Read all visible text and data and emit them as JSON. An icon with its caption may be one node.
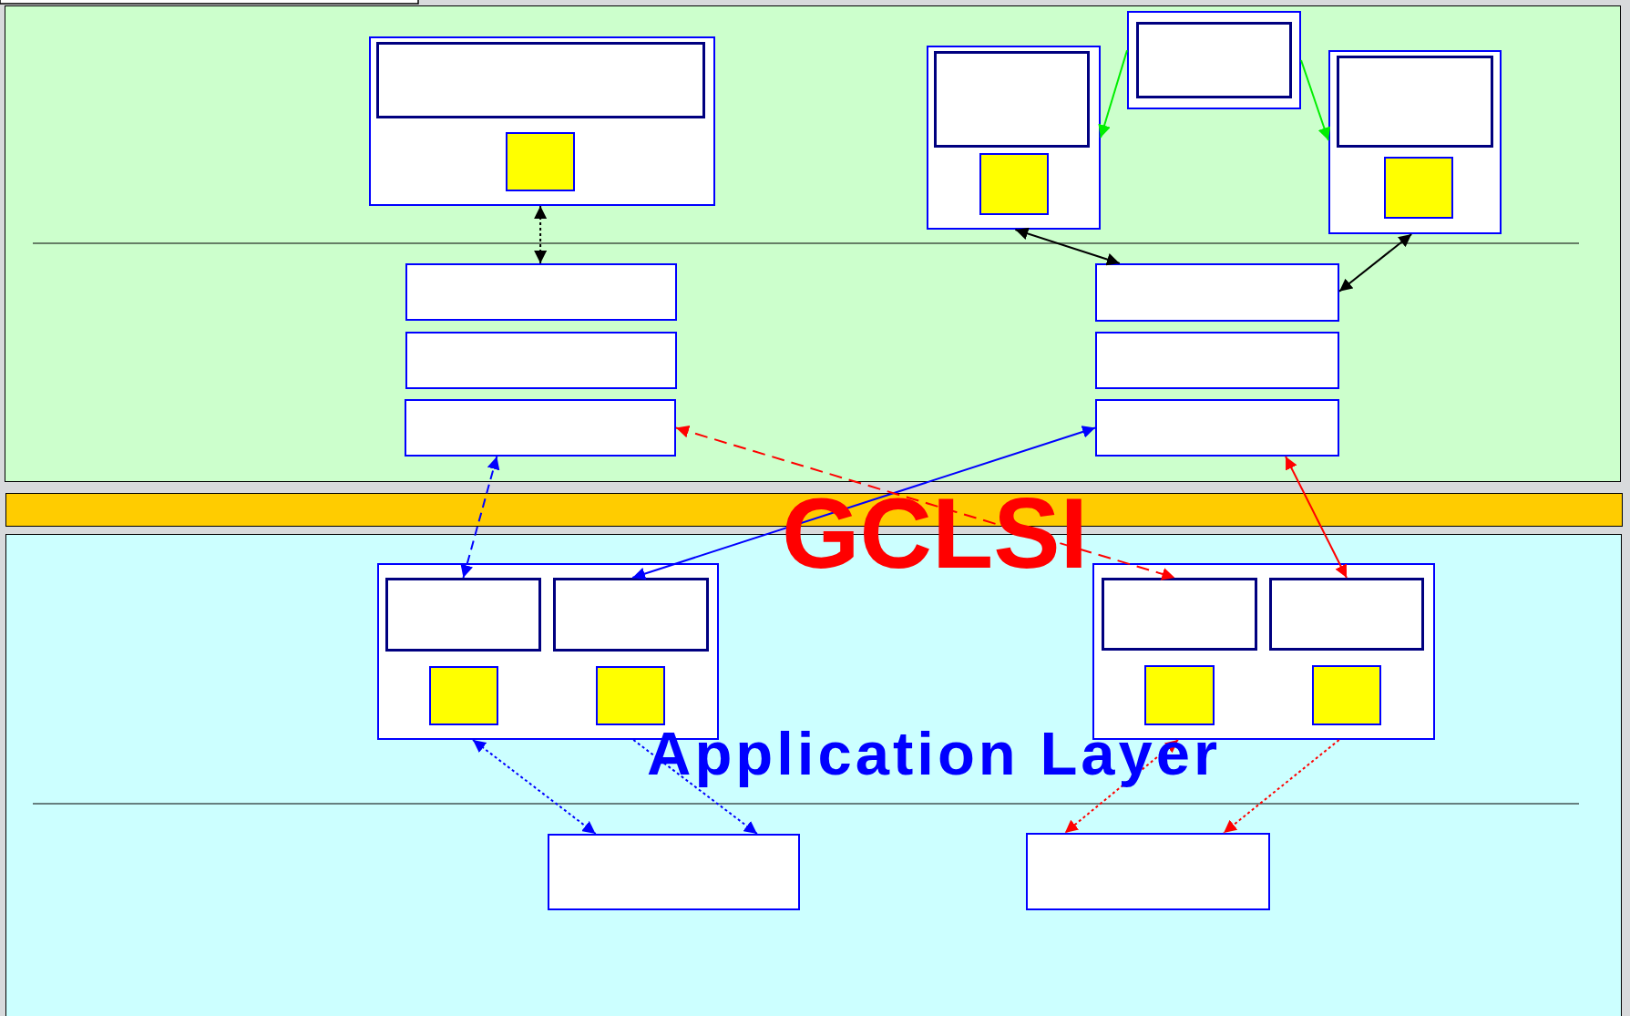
{
  "diagram": {
    "nodes": [
      {
        "text": [],
        "shape": "box"
      },
      {
        "text": [],
        "shape": "box",
        "in": 0
      },
      {
        "text": [],
        "shape": "box",
        "in": 1
      },
      {
        "text": [],
        "shape": "box",
        "in": 1
      },
      {
        "text": [],
        "shape": "box",
        "in": 0
      },
      {
        "text": [],
        "shape": "box",
        "in": 4
      },
      {
        "text": [],
        "shape": "box",
        "in": 4
      },
      {
        "text": [],
        "shape": "box",
        "in": 0
      },
      {
        "text": [],
        "shape": "box",
        "in": 7
      },
      {
        "text": [],
        "shape": "box",
        "in": 0
      },
      {
        "text": [],
        "shape": "box",
        "in": 9
      },
      {
        "text": [],
        "shape": "box",
        "in": 9
      },
      {
        "text": [],
        "shape": "box",
        "in": 0
      },
      {
        "text": [],
        "shape": "box",
        "in": 0
      },
      {
        "text": [],
        "shape": "box",
        "in": 0
      },
      {
        "text": [],
        "shape": "box",
        "in": 0
      },
      {
        "text": [],
        "shape": "box",
        "in": 0
      },
      {
        "text": [],
        "shape": "box",
        "in": 0
      },
      {
        "text": [],
        "shape": "box"
      },
      {
        "text": [],
        "shape": "box",
        "in": 18
      },
      {
        "text": [],
        "shape": "box",
        "in": 19
      },
      {
        "text": [],
        "shape": "box",
        "in": 19
      },
      {
        "text": [],
        "shape": "box",
        "in": 19
      },
      {
        "text": [],
        "shape": "box",
        "in": 19
      },
      {
        "text": [],
        "shape": "box",
        "in": 18
      },
      {
        "text": [],
        "shape": "box",
        "in": 24
      },
      {
        "text": [],
        "shape": "box",
        "in": 24
      },
      {
        "text": [],
        "shape": "box",
        "in": 24
      },
      {
        "text": [],
        "shape": "box",
        "in": 24
      },
      {
        "text": [],
        "shape": "box",
        "in": 18
      },
      {
        "text": [],
        "shape": "box",
        "in": 18
      }
    ],
    "edges": [
      {
        "from": 7,
        "to": 4,
        "arrow": "to",
        "color": "#00ee00"
      },
      {
        "from": 7,
        "to": 9,
        "arrow": "to",
        "color": "#00ee00"
      },
      {
        "from": 1,
        "to": 12,
        "arrow": "both",
        "style": "dashed",
        "color": "#000000"
      },
      {
        "from": 4,
        "to": 15,
        "arrow": "both",
        "color": "#000000"
      },
      {
        "from": 9,
        "to": 15,
        "arrow": "both",
        "color": "#000000"
      },
      {
        "from": 14,
        "to": 20,
        "arrow": "both",
        "style": "dashed",
        "color": "#0000ff"
      },
      {
        "from": 21,
        "to": 17,
        "arrow": "both",
        "color": "#0000ff"
      },
      {
        "from": 14,
        "to": 25,
        "arrow": "both",
        "style": "dashed",
        "color": "#ff0000"
      },
      {
        "from": 17,
        "to": 26,
        "arrow": "both",
        "color": "#ff0000"
      },
      {
        "from": 19,
        "to": 29,
        "arrow": "both",
        "style": "dashed",
        "color": "#0000ff"
      },
      {
        "from": 19,
        "to": 29,
        "arrow": "to",
        "style": "dashed",
        "color": "#0000ff"
      },
      {
        "from": 24,
        "to": 30,
        "arrow": "both",
        "style": "dashed",
        "color": "#ff0000"
      },
      {
        "from": 24,
        "to": 30,
        "arrow": "to",
        "style": "dashed",
        "color": "#ff0000"
      }
    ],
    "labels": [
      "GCLSI",
      "Application Layer"
    ]
  }
}
